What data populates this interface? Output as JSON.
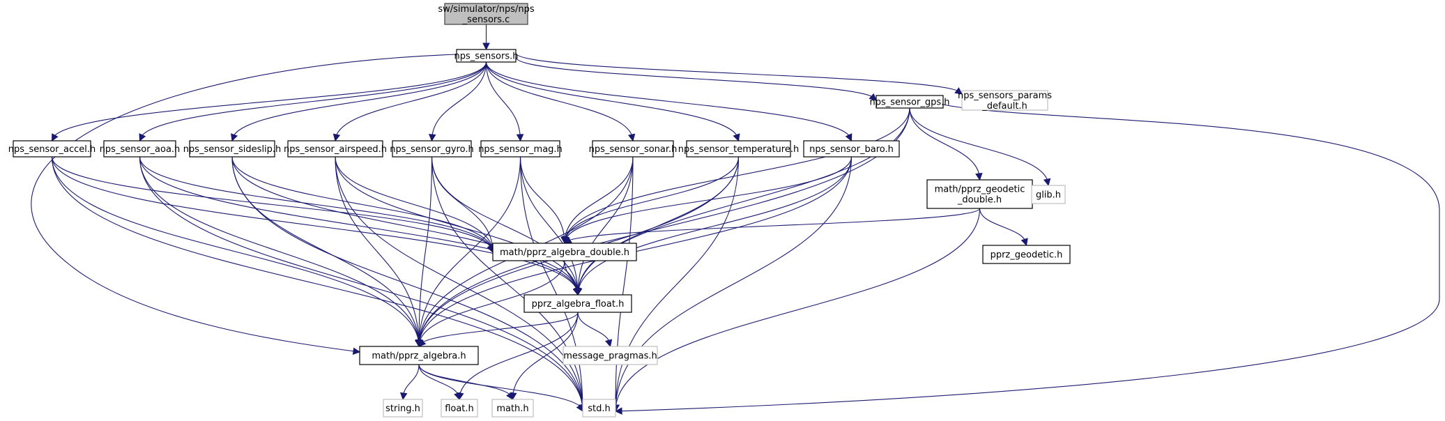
{
  "graph": {
    "type": "include-dependency-graph",
    "colors": {
      "edge": "#191970",
      "root_fill": "#bfbfbf",
      "node_border": "#000000",
      "external_border": "#bfbfbf",
      "text": "#000000"
    },
    "nodes": [
      {
        "id": "root",
        "lines": [
          "sw/simulator/nps/nps",
          "_sensors.c"
        ],
        "kind": "root"
      },
      {
        "id": "nps_sensors_h",
        "lines": [
          "nps_sensors.h"
        ],
        "kind": "local"
      },
      {
        "id": "accel",
        "lines": [
          "nps_sensor_accel.h"
        ],
        "kind": "local"
      },
      {
        "id": "aoa",
        "lines": [
          "nps_sensor_aoa.h"
        ],
        "kind": "local"
      },
      {
        "id": "sideslip",
        "lines": [
          "nps_sensor_sideslip.h"
        ],
        "kind": "local"
      },
      {
        "id": "airspeed",
        "lines": [
          "nps_sensor_airspeed.h"
        ],
        "kind": "local"
      },
      {
        "id": "gyro",
        "lines": [
          "nps_sensor_gyro.h"
        ],
        "kind": "local"
      },
      {
        "id": "mag",
        "lines": [
          "nps_sensor_mag.h"
        ],
        "kind": "local"
      },
      {
        "id": "sonar",
        "lines": [
          "nps_sensor_sonar.h"
        ],
        "kind": "local"
      },
      {
        "id": "temperature",
        "lines": [
          "nps_sensor_temperature.h"
        ],
        "kind": "local"
      },
      {
        "id": "baro",
        "lines": [
          "nps_sensor_baro.h"
        ],
        "kind": "local"
      },
      {
        "id": "gps",
        "lines": [
          "nps_sensor_gps.h"
        ],
        "kind": "local"
      },
      {
        "id": "params",
        "lines": [
          "nps_sensors_params",
          "_default.h"
        ],
        "kind": "external"
      },
      {
        "id": "geodetic_double",
        "lines": [
          "math/pprz_geodetic",
          "_double.h"
        ],
        "kind": "local"
      },
      {
        "id": "glib",
        "lines": [
          "glib.h"
        ],
        "kind": "external"
      },
      {
        "id": "pprz_geodetic",
        "lines": [
          "pprz_geodetic.h"
        ],
        "kind": "local"
      },
      {
        "id": "algebra_double",
        "lines": [
          "math/pprz_algebra_double.h"
        ],
        "kind": "local"
      },
      {
        "id": "algebra_float",
        "lines": [
          "pprz_algebra_float.h"
        ],
        "kind": "local"
      },
      {
        "id": "message_pragmas",
        "lines": [
          "message_pragmas.h"
        ],
        "kind": "external"
      },
      {
        "id": "algebra",
        "lines": [
          "math/pprz_algebra.h"
        ],
        "kind": "local"
      },
      {
        "id": "string",
        "lines": [
          "string.h"
        ],
        "kind": "external"
      },
      {
        "id": "float",
        "lines": [
          "float.h"
        ],
        "kind": "external"
      },
      {
        "id": "math",
        "lines": [
          "math.h"
        ],
        "kind": "external"
      },
      {
        "id": "std",
        "lines": [
          "std.h"
        ],
        "kind": "external"
      }
    ],
    "edges": [
      [
        "root",
        "nps_sensors_h"
      ],
      [
        "nps_sensors_h",
        "accel"
      ],
      [
        "nps_sensors_h",
        "aoa"
      ],
      [
        "nps_sensors_h",
        "sideslip"
      ],
      [
        "nps_sensors_h",
        "airspeed"
      ],
      [
        "nps_sensors_h",
        "gyro"
      ],
      [
        "nps_sensors_h",
        "mag"
      ],
      [
        "nps_sensors_h",
        "sonar"
      ],
      [
        "nps_sensors_h",
        "temperature"
      ],
      [
        "nps_sensors_h",
        "baro"
      ],
      [
        "nps_sensors_h",
        "gps"
      ],
      [
        "nps_sensors_h",
        "params"
      ],
      [
        "nps_sensors_h",
        "algebra"
      ],
      [
        "accel",
        "algebra_double"
      ],
      [
        "accel",
        "algebra_float"
      ],
      [
        "accel",
        "algebra"
      ],
      [
        "accel",
        "std"
      ],
      [
        "aoa",
        "algebra_double"
      ],
      [
        "aoa",
        "algebra_float"
      ],
      [
        "aoa",
        "algebra"
      ],
      [
        "aoa",
        "std"
      ],
      [
        "sideslip",
        "algebra_double"
      ],
      [
        "sideslip",
        "algebra_float"
      ],
      [
        "sideslip",
        "algebra"
      ],
      [
        "sideslip",
        "std"
      ],
      [
        "airspeed",
        "algebra_double"
      ],
      [
        "airspeed",
        "algebra_float"
      ],
      [
        "airspeed",
        "algebra"
      ],
      [
        "airspeed",
        "std"
      ],
      [
        "gyro",
        "algebra_double"
      ],
      [
        "gyro",
        "algebra_float"
      ],
      [
        "gyro",
        "algebra"
      ],
      [
        "gyro",
        "std"
      ],
      [
        "mag",
        "algebra_double"
      ],
      [
        "mag",
        "algebra_float"
      ],
      [
        "mag",
        "algebra"
      ],
      [
        "mag",
        "std"
      ],
      [
        "sonar",
        "algebra_double"
      ],
      [
        "sonar",
        "algebra_float"
      ],
      [
        "sonar",
        "algebra"
      ],
      [
        "sonar",
        "std"
      ],
      [
        "temperature",
        "algebra_double"
      ],
      [
        "temperature",
        "algebra_float"
      ],
      [
        "temperature",
        "algebra"
      ],
      [
        "temperature",
        "std"
      ],
      [
        "baro",
        "algebra_double"
      ],
      [
        "baro",
        "algebra_float"
      ],
      [
        "baro",
        "algebra"
      ],
      [
        "baro",
        "std"
      ],
      [
        "gps",
        "algebra_double"
      ],
      [
        "gps",
        "algebra_float"
      ],
      [
        "gps",
        "algebra"
      ],
      [
        "gps",
        "geodetic_double"
      ],
      [
        "gps",
        "glib"
      ],
      [
        "gps",
        "std"
      ],
      [
        "geodetic_double",
        "algebra_double"
      ],
      [
        "geodetic_double",
        "pprz_geodetic"
      ],
      [
        "geodetic_double",
        "std"
      ],
      [
        "algebra_double",
        "algebra_float"
      ],
      [
        "algebra_double",
        "algebra"
      ],
      [
        "algebra_float",
        "algebra"
      ],
      [
        "algebra_float",
        "message_pragmas"
      ],
      [
        "algebra_float",
        "float"
      ],
      [
        "algebra_float",
        "math"
      ],
      [
        "algebra",
        "string"
      ],
      [
        "algebra",
        "float"
      ],
      [
        "algebra",
        "math"
      ],
      [
        "algebra",
        "std"
      ]
    ]
  }
}
